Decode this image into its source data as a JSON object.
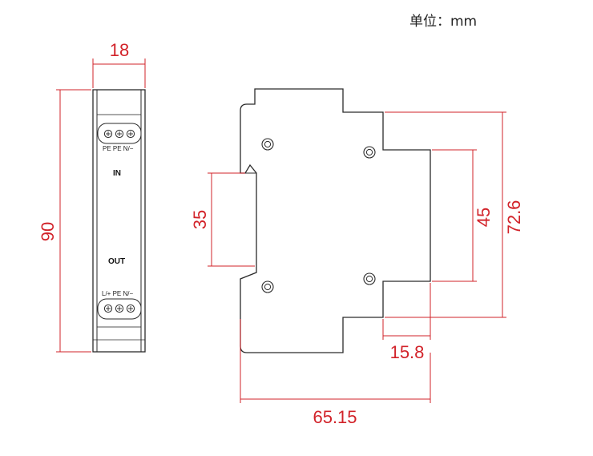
{
  "unit_label": "单位：mm",
  "front_view": {
    "width_dim": "18",
    "height_dim": "90",
    "top_terminal_label": "PE PE N/−",
    "in_label": "IN",
    "out_label": "OUT",
    "bottom_terminal_label": "L/+ PE N/−"
  },
  "side_view": {
    "rail_dim": "35",
    "inner_height_dim": "45",
    "outer_height_dim": "72.6",
    "step_depth_dim": "15.8",
    "total_depth_dim": "65.15"
  },
  "colors": {
    "dimension": "#d2232a",
    "outline": "#2b2b2b",
    "body_fill": "#ffffff"
  }
}
